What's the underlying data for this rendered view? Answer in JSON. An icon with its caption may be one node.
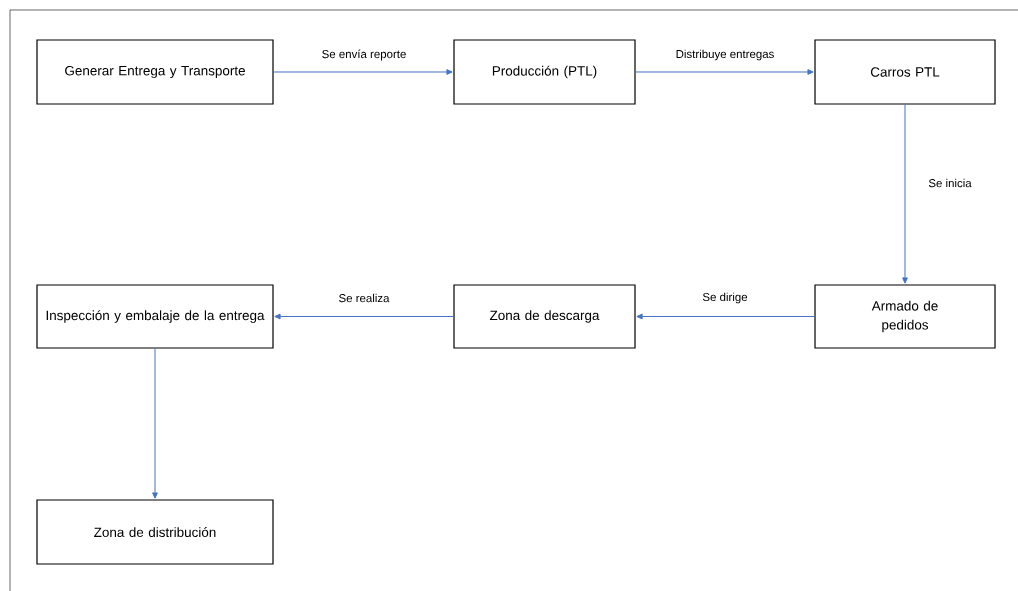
{
  "diagram": {
    "nodes": [
      {
        "text": [
          "Generar Entrega y Transporte"
        ]
      },
      {
        "text": [
          "Producción (PTL)"
        ]
      },
      {
        "text": [
          "Carros PTL"
        ]
      },
      {
        "text": [
          "Armado de pedidos"
        ]
      },
      {
        "text": [
          "Zona de descarga"
        ]
      },
      {
        "text": [
          "Inspección y embalaje de la entrega"
        ]
      },
      {
        "text": [
          "Zona de distribución"
        ]
      }
    ],
    "edges": [
      {
        "from": 0,
        "to": 1,
        "arrow": "to",
        "label": "Se envía reporte"
      },
      {
        "from": 1,
        "to": 2,
        "arrow": "to",
        "label": "Distribuye entregas"
      },
      {
        "from": 2,
        "to": 3,
        "arrow": "to",
        "label": "Se inicia"
      },
      {
        "from": 3,
        "to": 4,
        "arrow": "to",
        "label": "Se dirige"
      },
      {
        "from": 4,
        "to": 5,
        "arrow": "to",
        "label": "Se realiza"
      },
      {
        "from": 5,
        "to": 6,
        "arrow": "to"
      }
    ]
  }
}
